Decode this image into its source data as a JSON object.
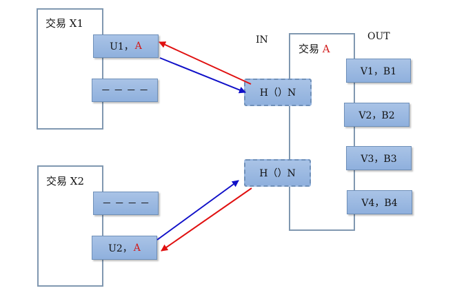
{
  "labels": {
    "in": "IN",
    "out": "OUT"
  },
  "trade_x1": {
    "title": "交易 X1",
    "row1": {
      "main": "U1，",
      "red": "A"
    },
    "row2": "－ － － －"
  },
  "trade_x2": {
    "title": "交易 X2",
    "row1": "－ － － －",
    "row2": {
      "main": "U2，",
      "red": "A"
    }
  },
  "trade_a": {
    "title_main": "交易 ",
    "title_red": "A",
    "in_slots": [
      "H（）N",
      "H（）N"
    ],
    "outputs": [
      "V1，B1",
      "V2，B2",
      "V3，B3",
      "V4，B4"
    ]
  },
  "colors": {
    "frame": "#7f97b0",
    "box": "#9bb9e2",
    "arrow_red": "#e01010",
    "arrow_blue": "#1010c8"
  }
}
